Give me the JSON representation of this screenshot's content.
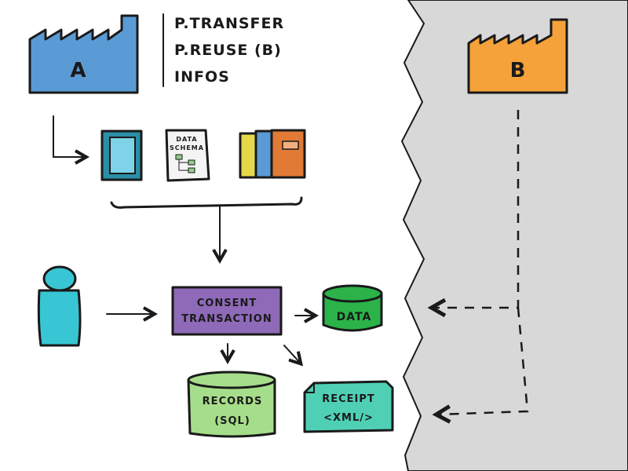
{
  "org_a": {
    "label": "A",
    "color": "#5b9bd5"
  },
  "org_b": {
    "label": "B",
    "color": "#f5a23a"
  },
  "a_notes": [
    "P.TRANSFER",
    "P.REUSE (B)",
    "INFOS"
  ],
  "docs": {
    "schema_text": [
      "DATA",
      "SCHEMA"
    ]
  },
  "nodes": {
    "consent": {
      "lines": [
        "CONSENT",
        "TRANSACTION"
      ],
      "color": "#8e6ab8"
    },
    "data": {
      "label": "DATA",
      "color": "#2bb34a"
    },
    "records": {
      "lines": [
        "RECORDS",
        "(SQL)"
      ],
      "color": "#a6dd8a"
    },
    "receipt": {
      "lines": [
        "RECEIPT",
        "<XML/>"
      ],
      "color": "#4fd0b5"
    }
  },
  "colors": {
    "person": "#38c6d4",
    "gray_zone": "#d8d8d8",
    "book_teal": "#2b8fa7",
    "book_yellow": "#e6d84a",
    "book_blue": "#5b9bd5",
    "book_orange": "#e07a35"
  }
}
